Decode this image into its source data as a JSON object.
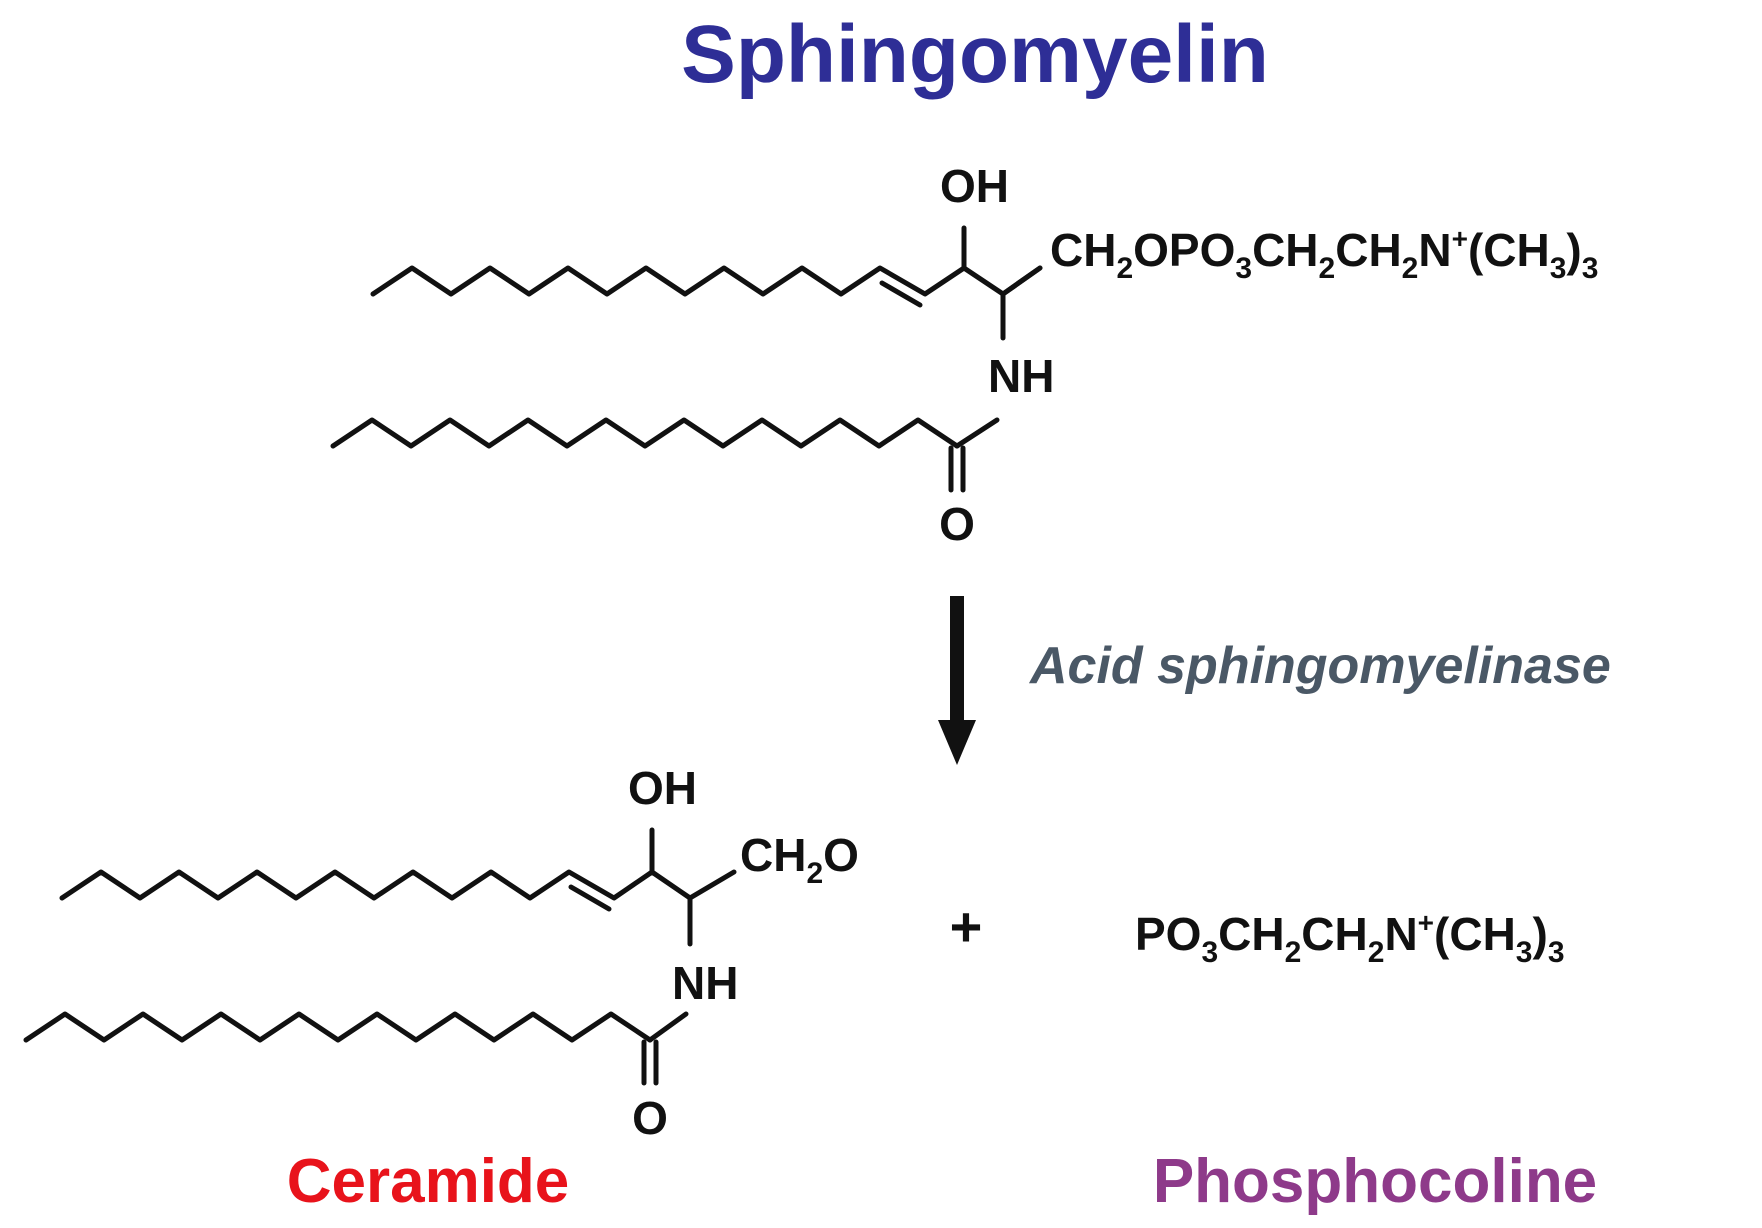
{
  "title": "Sphingomyelin",
  "enzyme": "Acid sphingomyelinase",
  "plus_sign": "+",
  "colors": {
    "title": "#2e2e96",
    "enzyme": "#4a5866",
    "ceramide": "#e8131b",
    "phosphocoline": "#8e3a8a",
    "bond": "#111111"
  },
  "substrate": {
    "hydroxyl": "OH",
    "amide_nh": "NH",
    "carbonyl_o": "O",
    "headgroup_parts": [
      {
        "t": "CH",
        "k": "n"
      },
      {
        "t": "2",
        "k": "sub"
      },
      {
        "t": "OPO",
        "k": "n"
      },
      {
        "t": "3",
        "k": "sub"
      },
      {
        "t": "CH",
        "k": "n"
      },
      {
        "t": "2",
        "k": "sub"
      },
      {
        "t": "CH",
        "k": "n"
      },
      {
        "t": "2",
        "k": "sub"
      },
      {
        "t": "N",
        "k": "n"
      },
      {
        "t": "+",
        "k": "sup"
      },
      {
        "t": "(CH",
        "k": "n"
      },
      {
        "t": "3",
        "k": "sub"
      },
      {
        "t": ")",
        "k": "n"
      },
      {
        "t": "3",
        "k": "sub"
      }
    ]
  },
  "ceramide": {
    "label": "Ceramide",
    "hydroxyl": "OH",
    "amide_nh": "NH",
    "carbonyl_o": "O",
    "ch2o_parts": [
      {
        "t": "CH",
        "k": "n"
      },
      {
        "t": "2",
        "k": "sub"
      },
      {
        "t": "O",
        "k": "n"
      }
    ]
  },
  "phosphocoline": {
    "label": "Phosphocoline",
    "formula_parts": [
      {
        "t": "PO",
        "k": "n"
      },
      {
        "t": "3",
        "k": "sub"
      },
      {
        "t": "CH",
        "k": "n"
      },
      {
        "t": "2",
        "k": "sub"
      },
      {
        "t": "CH",
        "k": "n"
      },
      {
        "t": "2",
        "k": "sub"
      },
      {
        "t": "N",
        "k": "n"
      },
      {
        "t": "+",
        "k": "sup"
      },
      {
        "t": "(CH",
        "k": "n"
      },
      {
        "t": "3",
        "k": "sub"
      },
      {
        "t": ")",
        "k": "n"
      },
      {
        "t": "3",
        "k": "sub"
      }
    ]
  }
}
